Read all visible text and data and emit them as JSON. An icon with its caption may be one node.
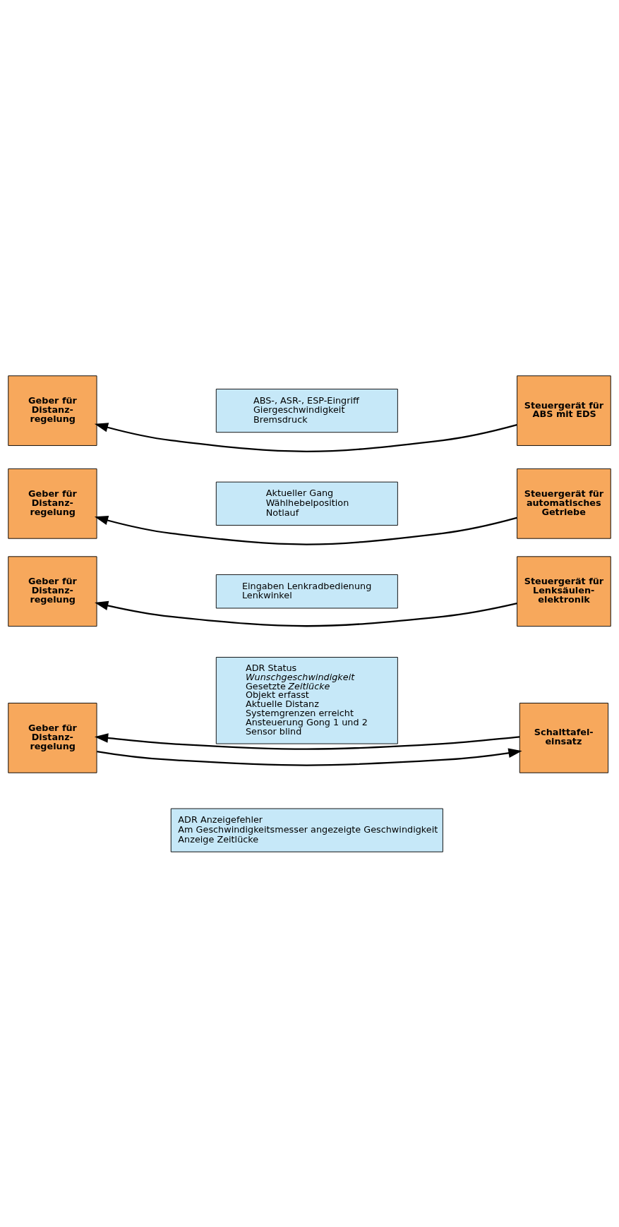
{
  "diagram": {
    "nodes": [
      {
        "text": [
          "ADR Status",
          "*Wunschgeschwindigkeit*",
          "Gesetzte *Zeitlücke*",
          "Objekt erfasst",
          "Aktuelle Distanz",
          "Systemgrenzen erreicht",
          "Ansteuerung Gong 1 und 2",
          "Sensor blind"
        ]
      },
      {
        "text": [
          "Geber für Distanz- regelung"
        ]
      },
      {
        "text": [
          "Schalttafel- einsatz"
        ]
      },
      {
        "text": [
          "ADR Anzeigefehler",
          "Am Geschwindigkeitsmesser angezeigte Geschwindigkeit",
          "Anzeige Zeitlücke"
        ]
      },
      {
        "text": [
          "Geber für Distanz- regelung"
        ]
      },
      {
        "text": [
          "Steuergerät für Lenksäulen- elektronik"
        ]
      },
      {
        "text": [
          "Eingaben Lenkradbedienung",
          "Lenkwinkel"
        ]
      },
      {
        "text": [
          "Geber für Distanz- regelung"
        ]
      },
      {
        "text": [
          "Steuergerät für automatisches Getriebe"
        ]
      },
      {
        "text": [
          "Aktueller Gang",
          "Wählhebelposition",
          "Notlauf"
        ]
      },
      {
        "text": [
          "Geber für Distanz- regelung"
        ]
      },
      {
        "text": [
          "Steuergerät für ABS mit EDS"
        ]
      },
      {
        "text": [
          "ABS-, ASR-, ESP-Eingriff",
          "Giergeschwindigkeit",
          "Bremsdruck"
        ]
      }
    ],
    "edges": [
      {
        "from": 1,
        "to": 2,
        "arrow": "to"
      },
      {
        "from": 2,
        "to": 1,
        "arrow": "to"
      },
      {
        "from": 5,
        "to": 4,
        "arrow": "to"
      },
      {
        "from": 8,
        "to": 7,
        "arrow": "to"
      },
      {
        "from": 11,
        "to": 10,
        "arrow": "to"
      }
    ]
  }
}
